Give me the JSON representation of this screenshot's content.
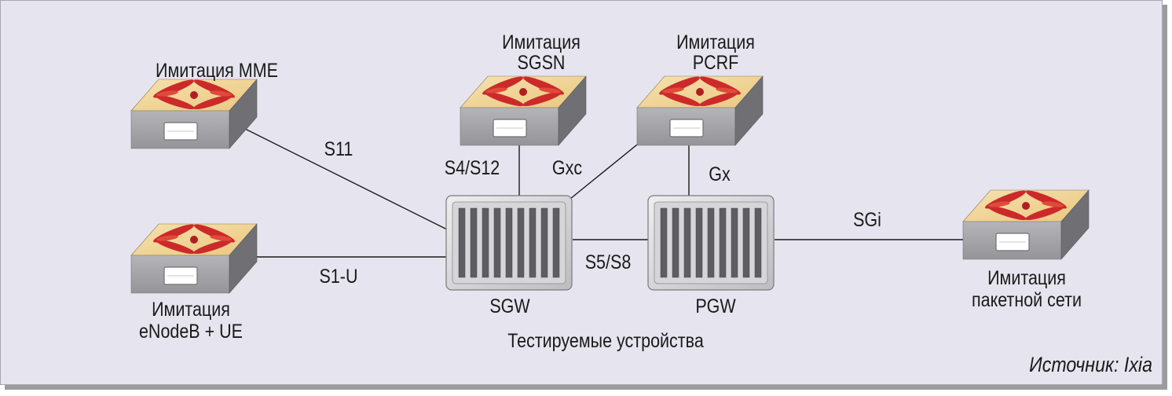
{
  "labels": {
    "mme": "Имитация MME",
    "sgsn_line1": "Имитация",
    "sgsn_line2": "SGSN",
    "pcrf_line1": "Имитация",
    "pcrf_line2": "PCRF",
    "enodeb_line1": "Имитация",
    "enodeb_line2": "eNodeB + UE",
    "pdn_line1": "Имитация",
    "pdn_line2": "пакетной сети",
    "sgw": "SGW",
    "pgw": "PGW",
    "dut": "Тестируемые устройства",
    "source": "Источник: Ixia"
  },
  "interfaces": {
    "s11": "S11",
    "s1u": "S1-U",
    "s4s12": "S4/S12",
    "gxc": "Gxc",
    "gx": "Gx",
    "s5s8": "S5/S8",
    "sgi": "SGi"
  },
  "colors": {
    "background": "#e6e4ee",
    "device_top": "#f2d79a",
    "device_logo": "#cc2a2a",
    "device_front": "#a9a9ad",
    "gateway_body": "#d8d8da",
    "link": "#1a1a1a"
  }
}
